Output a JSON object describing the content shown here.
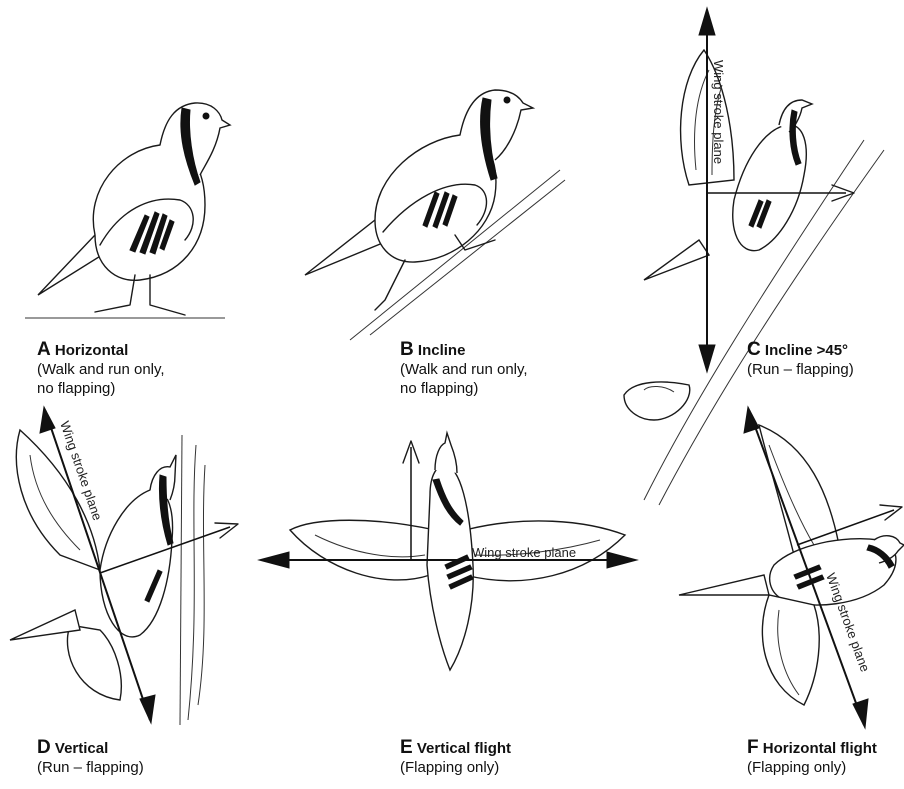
{
  "panels": [
    {
      "letter": "A",
      "title": "Horizontal",
      "sub1": "(Walk and run only,",
      "sub2": "no flapping)"
    },
    {
      "letter": "B",
      "title": "Incline",
      "sub1": "(Walk and run only,",
      "sub2": "no flapping)"
    },
    {
      "letter": "C",
      "title": "Incline >45°",
      "sub1": "(Run – flapping)",
      "sub2": ""
    },
    {
      "letter": "D",
      "title": "Vertical",
      "sub1": "(Run – flapping)",
      "sub2": ""
    },
    {
      "letter": "E",
      "title": "Vertical flight",
      "sub1": "(Flapping only)",
      "sub2": ""
    },
    {
      "letter": "F",
      "title": "Horizontal flight",
      "sub1": "(Flapping only)",
      "sub2": ""
    }
  ],
  "arrow_label": "Wing stroke plane"
}
